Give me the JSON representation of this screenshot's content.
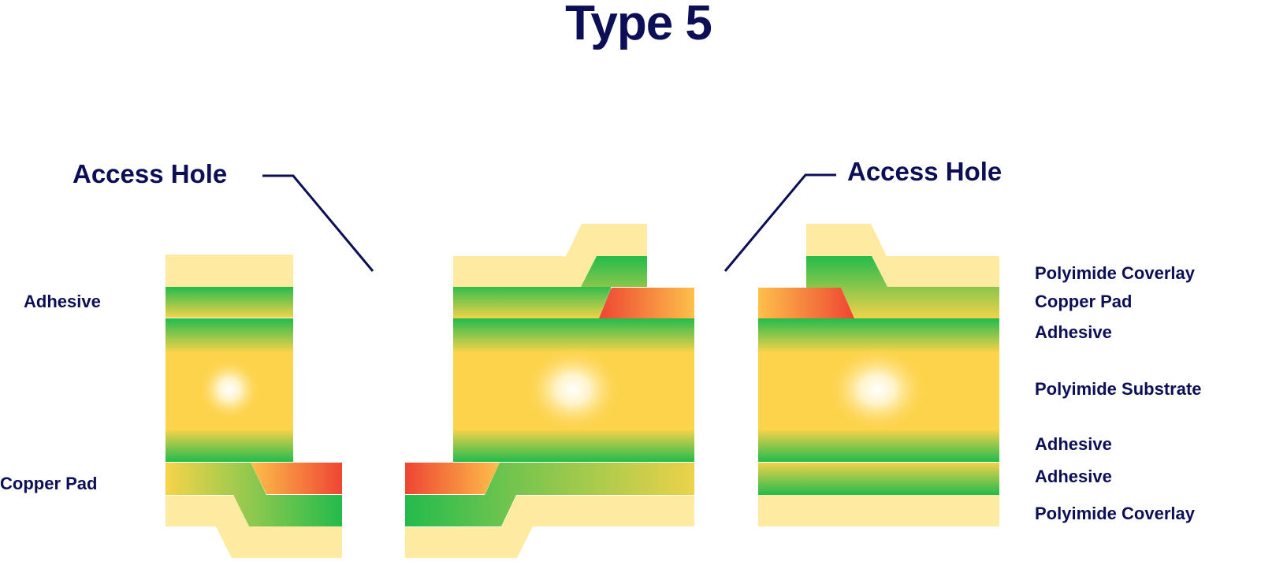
{
  "title": "Type 5",
  "callouts": {
    "left_access_hole": "Access Hole",
    "right_access_hole": "Access Hole"
  },
  "left_labels": {
    "adhesive": "Adhesive",
    "copper_pad": "Copper Pad"
  },
  "right_labels": [
    "Polyimide Coverlay",
    "Copper Pad",
    "Adhesive",
    "Polyimide Substrate",
    "Adhesive",
    "Adhesive",
    "Polyimide Coverlay"
  ],
  "colors": {
    "text": "#0c0f55",
    "coverlay": "#feeaa0",
    "substrate": "#fdd34b",
    "adhesive_green": "#23bb4c",
    "adhesive_yellow": "#f2d24a",
    "copper_red": "#ee4533",
    "copper_orange": "#fdc04a"
  }
}
